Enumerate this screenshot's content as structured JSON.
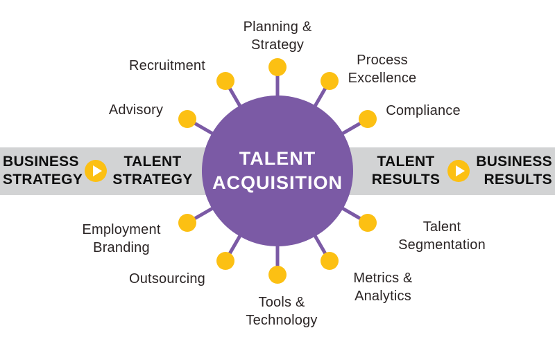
{
  "diagram_title": "Talent Acquisition Diagram",
  "colors": {
    "hub_purple": "#7b5aa5",
    "dot_yellow": "#fcc013",
    "band_gray": "#d2d3d4",
    "label_text": "#2b2525",
    "band_text": "#0e0e0e",
    "hub_text": "#ffffff"
  },
  "icons": {
    "play": "right-pointing triangle in yellow circle"
  },
  "hub": {
    "label": "TALENT\nACQUISITION"
  },
  "band": {
    "business_strategy": "BUSINESS\nSTRATEGY",
    "talent_strategy": "TALENT\nSTRATEGY",
    "talent_results": "TALENT\nRESULTS",
    "business_results": "BUSINESS\nRESULTS"
  },
  "spokes": [
    {
      "label": "Planning &\nStrategy"
    },
    {
      "label": "Process\nExcellence"
    },
    {
      "label": "Compliance"
    },
    {
      "label": "Talent\nSegmentation"
    },
    {
      "label": "Metrics &\nAnalytics"
    },
    {
      "label": "Tools &\nTechnology"
    },
    {
      "label": "Outsourcing"
    },
    {
      "label": "Employment\nBranding"
    },
    {
      "label": "Advisory"
    },
    {
      "label": "Recruitment"
    }
  ]
}
